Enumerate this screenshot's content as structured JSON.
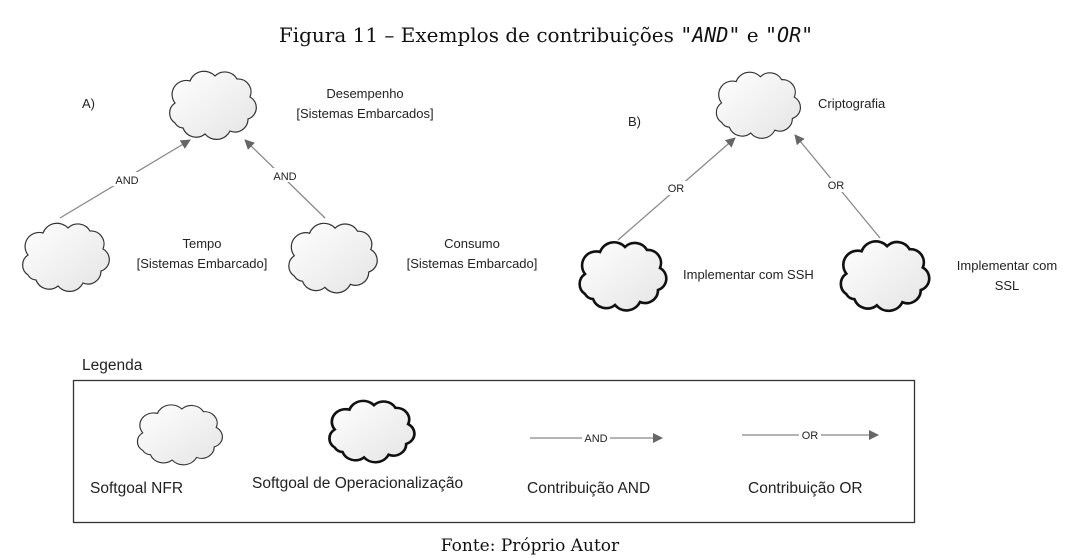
{
  "caption": {
    "prefix": "Figura 11 – Exemplos de contribuições ",
    "and": "\"AND\"",
    "middle": " e ",
    "or": "\"OR\""
  },
  "diagram_a": {
    "label": "A)",
    "top": {
      "line1": "Desempenho",
      "line2": "[Sistemas Embarcados]"
    },
    "left": {
      "line1": "Tempo",
      "line2": "[Sistemas Embarcado]"
    },
    "right": {
      "line1": "Consumo",
      "line2": "[Sistemas Embarcado]"
    },
    "edge_left_label": "AND",
    "edge_right_label": "AND"
  },
  "diagram_b": {
    "label": "B)",
    "top": {
      "line1": "Criptografia"
    },
    "left": {
      "line1": "Implementar com SSH"
    },
    "right": {
      "line1": "Implementar com",
      "line2": "SSL"
    },
    "edge_left_label": "OR",
    "edge_right_label": "OR"
  },
  "legend": {
    "title": "Legenda",
    "items": [
      {
        "label": "Softgoal NFR"
      },
      {
        "label": "Softgoal de Operacionalização"
      },
      {
        "label": "Contribuição AND",
        "arrow_text": "AND"
      },
      {
        "label": "Contribuição OR",
        "arrow_text": "OR"
      }
    ]
  },
  "source": "Fonte: Próprio Autor"
}
